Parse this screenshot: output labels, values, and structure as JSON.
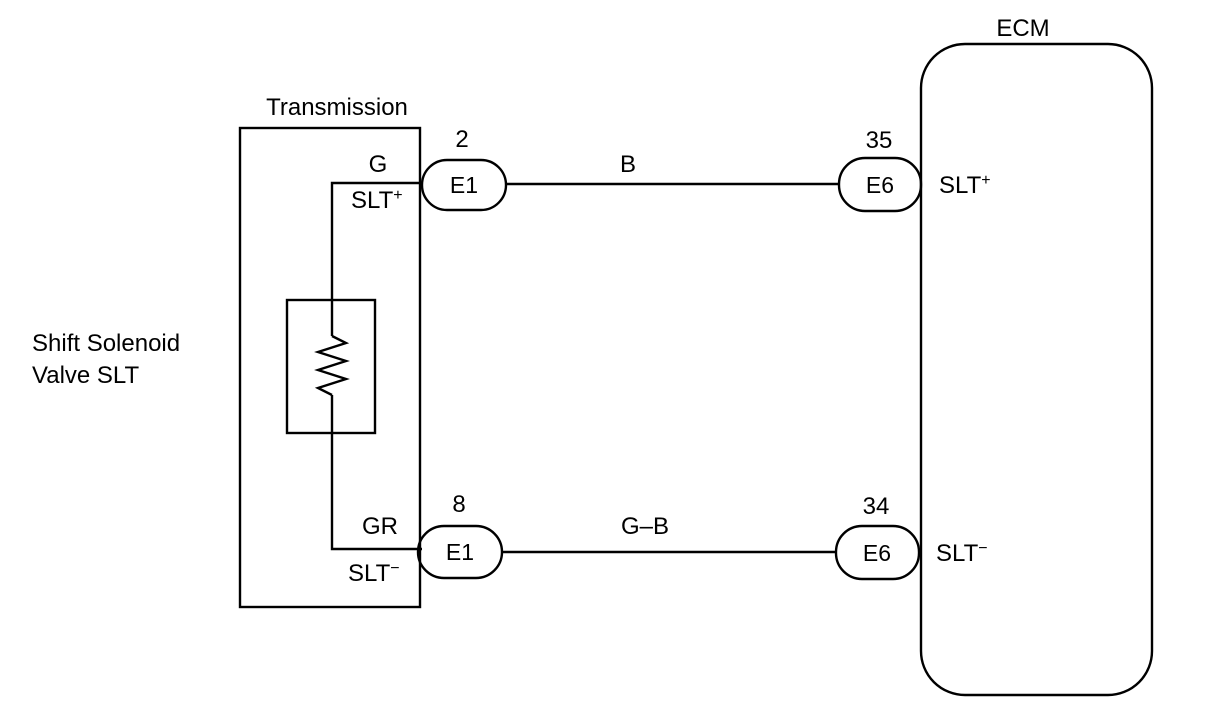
{
  "colors": {
    "line": "#000000",
    "background": "#ffffff"
  },
  "ecm": {
    "title": "ECM"
  },
  "transmission": {
    "title": "Transmission"
  },
  "solenoid": {
    "label_line1": "Shift Solenoid",
    "label_line2": "Valve SLT"
  },
  "circuits": [
    {
      "id": "plus",
      "wire_color_trans": "G",
      "terminal_trans": "SLT",
      "terminal_trans_sign": "+",
      "connector_trans": "E1",
      "pin_trans": "2",
      "wire_color": "B",
      "connector_ecm": "E6",
      "pin_ecm": "35",
      "terminal_ecm": "SLT",
      "terminal_ecm_sign": "+"
    },
    {
      "id": "minus",
      "wire_color_trans": "GR",
      "terminal_trans": "SLT",
      "terminal_trans_sign": "−",
      "connector_trans": "E1",
      "pin_trans": "8",
      "wire_color": "G–B",
      "connector_ecm": "E6",
      "pin_ecm": "34",
      "terminal_ecm": "SLT",
      "terminal_ecm_sign": "−"
    }
  ]
}
